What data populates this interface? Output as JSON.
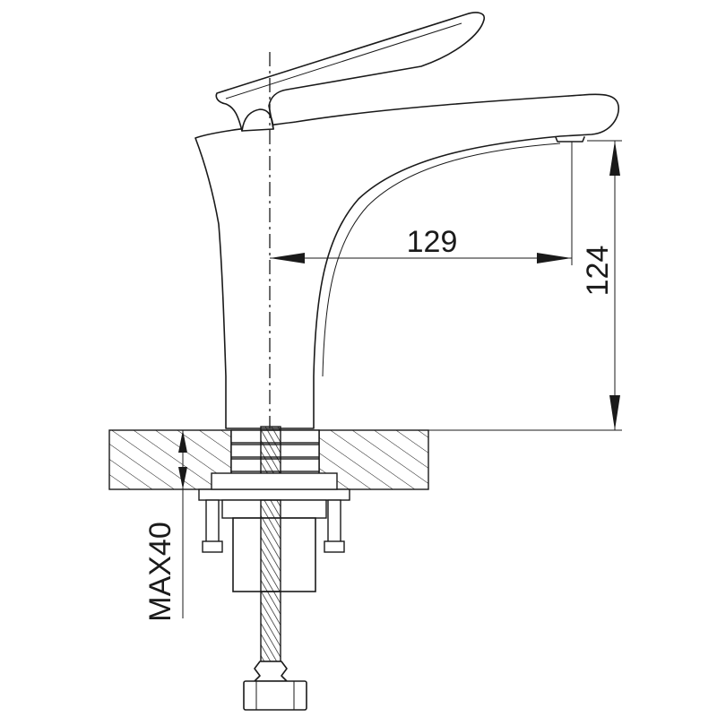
{
  "drawing": {
    "subject": "faucet",
    "dimensions": {
      "spout_reach": "129",
      "spout_height": "124",
      "max_countertop_thickness": "MAX40"
    },
    "line_color": "#1a1a1a",
    "background_color": "#ffffff"
  }
}
